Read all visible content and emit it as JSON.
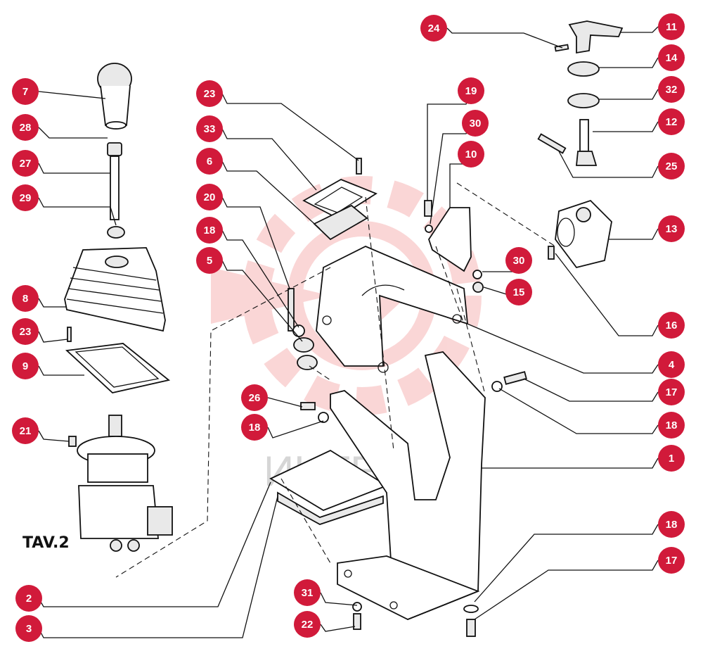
{
  "diagram": {
    "caption": "TAV.2",
    "watermark": "ИНТЕК",
    "colors": {
      "badge": "#d11a3a",
      "badge_text": "#ffffff",
      "line": "#111111",
      "watermark": "#f5c7c7"
    },
    "labels": {
      "l7": "7",
      "l28": "28",
      "l27": "27",
      "l29": "29",
      "l8": "8",
      "l23a": "23",
      "l9": "9",
      "l21": "21",
      "l2": "2",
      "l3": "3",
      "l23b": "23",
      "l33": "33",
      "l6": "6",
      "l20": "20",
      "l18a": "18",
      "l5": "5",
      "l26": "26",
      "l18b": "18",
      "l31": "31",
      "l22": "22",
      "l19": "19",
      "l30a": "30",
      "l10": "10",
      "l30b": "30",
      "l15": "15",
      "l24": "24",
      "l11": "11",
      "l14": "14",
      "l32": "32",
      "l12": "12",
      "l25": "25",
      "l13": "13",
      "l16": "16",
      "l4": "4",
      "l17a": "17",
      "l18c": "18",
      "l1": "1",
      "l18d": "18",
      "l17b": "17"
    }
  }
}
